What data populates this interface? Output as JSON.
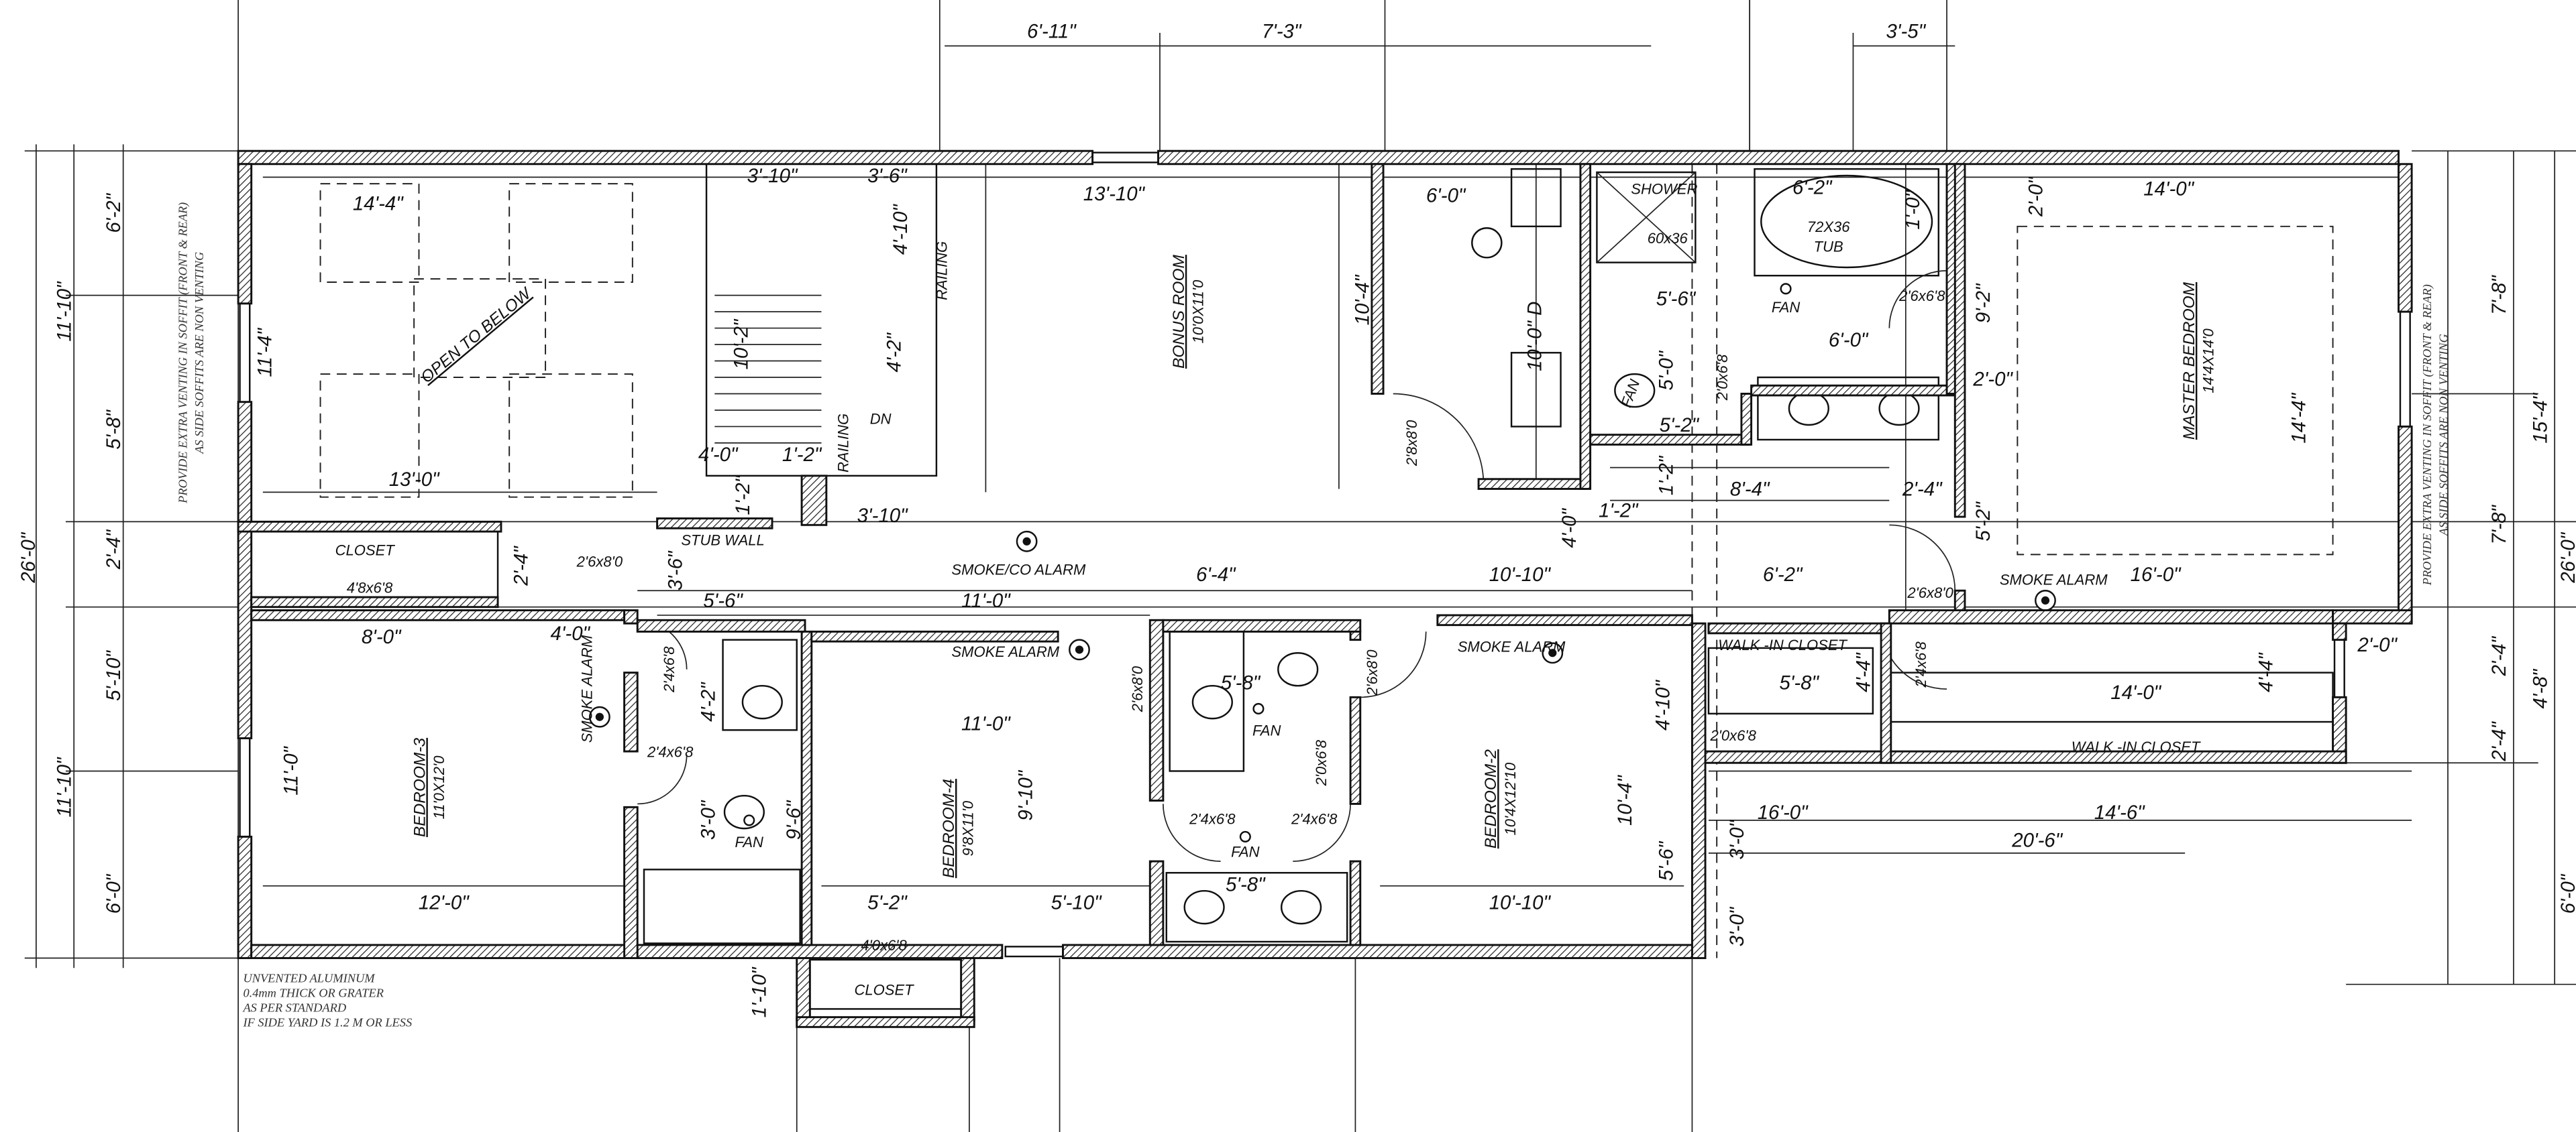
{
  "top_dimensions": [
    "6'-11\"",
    "7'-3\"",
    "3'-5\""
  ],
  "left_dimensions": [
    "26'-0\"",
    "11'-10\"",
    "6'-2\"",
    "5'-8\"",
    "2'-4\"",
    "11'-10\"",
    "5'-10\"",
    "6'-0\""
  ],
  "right_dimensions": [
    "7'-8\"",
    "15'-4\"",
    "7'-8\"",
    "26'-0\"",
    "2'-4\"",
    "4'-8\"",
    "2'-4\"",
    "6'-0\""
  ],
  "rooms": {
    "bonus": {
      "name": "BONUS ROOM",
      "size": "10'0X11'0"
    },
    "master": {
      "name": "MASTER BEDROOM",
      "size": "14'4X14'0"
    },
    "bedroom2": {
      "name": "BEDROOM-2",
      "size": "10'4X12'10"
    },
    "bedroom3": {
      "name": "BEDROOM-3",
      "size": "11'0X12'0"
    },
    "bedroom4": {
      "name": "BEDROOM-4",
      "size": "9'8X11'0"
    }
  },
  "interior_dimensions": [
    "14'-4\"",
    "11'-4\"",
    "13'-0\"",
    "3'-10\"",
    "3'-6\"",
    "4'-10\"",
    "10'-2\"",
    "4'-2\"",
    "4'-0\"",
    "1'-2\"",
    "1'-2\"",
    "3'-10\"",
    "13'-10\"",
    "10'-4\"",
    "6'-0\"",
    "10'-0\" D",
    "6'-2\"",
    "1'-0\"",
    "5'-6\"",
    "6'-0\"",
    "9'-2\"",
    "2'-0\"",
    "5'-0\"",
    "5'-2\"",
    "14'-0\"",
    "2'-0\"",
    "14'-4\"",
    "1'-2\"",
    "1'-2\"",
    "8'-4\"",
    "2'-4\"",
    "5'-2\"",
    "16'-0\"",
    "2'-4\"",
    "3'-6\"",
    "5'-6\"",
    "11'-0\"",
    "6'-4\"",
    "10'-10\"",
    "4'-0\"",
    "6'-2\"",
    "8'-0\"",
    "4'-0\"",
    "5'-8\"",
    "4'-4\"",
    "14'-0\"",
    "4'-4\"",
    "2'-0\"",
    "4'-2\"",
    "11'-0\"",
    "12'-0\"",
    "3'-0\"",
    "11'-0\"",
    "9'-6\"",
    "9'-10\"",
    "5'-2\"",
    "5'-10\"",
    "1'-10\"",
    "5'-8\"",
    "5'-8\"",
    "10'-4\"",
    "4'-10\"",
    "10'-10\"",
    "5'-6\"",
    "16'-0\"",
    "14'-6\"",
    "20'-6\"",
    "3'-0\"",
    "3'-0\""
  ],
  "door_sizes": [
    "2'8x8'0",
    "2'6x6'8",
    "2'0x6'8",
    "2'6x8'0",
    "4'8x6'8",
    "2'6x8'0",
    "2'0x6'8",
    "2'4x6'8",
    "2'4x6'8",
    "2'4x6'8",
    "4'0x6'8",
    "2'6x8'0",
    "2'0x6'8",
    "2'6x8'0",
    "2'4x6'8",
    "2'4x6'8"
  ],
  "labels": {
    "open_to_below": "OPEN TO BELOW",
    "railing": "RAILING",
    "dn": "DN",
    "stub_wall": "STUB WALL",
    "closet": "CLOSET",
    "walk_in_closet": "WALK -IN CLOSET",
    "shower": "SHOWER",
    "shower_size": "60x36",
    "tub_size": "72X36",
    "tub": "TUB",
    "fan": "FAN",
    "smoke_co_alarm": "SMOKE/CO ALARM",
    "smoke_alarm": "SMOKE ALARM"
  },
  "notes": {
    "soffit": [
      "PROVIDE EXTRA VENTING IN SOFFIT (FRONT & REAR)",
      "AS SIDE SOFFITS ARE NON VENTING"
    ],
    "unvented": [
      "UNVENTED ALUMINUM",
      "0.4mm THICK OR GRATER",
      "AS PER STANDARD",
      "IF SIDE YARD IS 1.2 M OR LESS"
    ]
  }
}
